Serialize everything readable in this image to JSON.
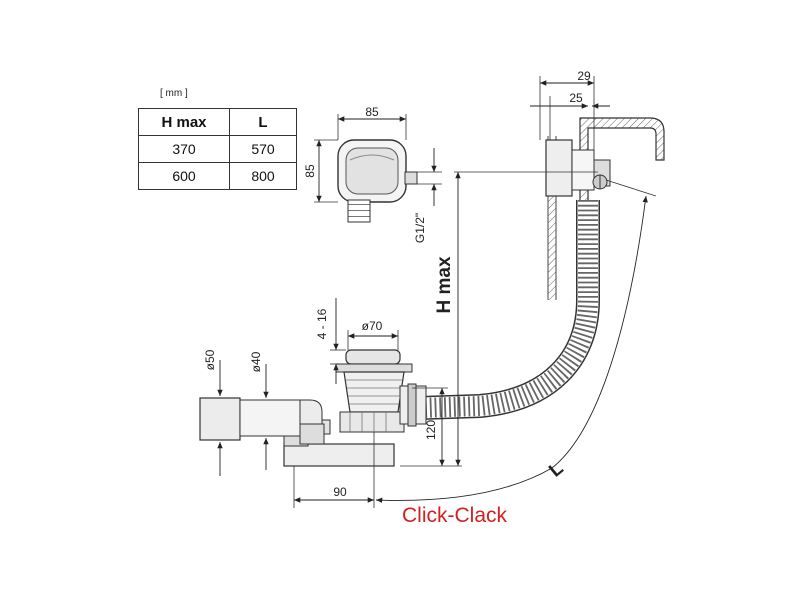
{
  "table": {
    "unit": "[ mm ]",
    "headers": [
      "H max",
      "L"
    ],
    "rows": [
      [
        "370",
        "570"
      ],
      [
        "600",
        "800"
      ]
    ]
  },
  "dimensions": {
    "overflow_width": "85",
    "overflow_height": "85",
    "thread": "G1/2\"",
    "offset_29": "29",
    "offset_25": "25",
    "h_max": "H max",
    "length": "L",
    "stroke": "4 - 16",
    "plug_diameter": "ø70",
    "waste_height": "120",
    "waste_offset": "90",
    "outlet_outer": "ø50",
    "outlet_inner": "ø40"
  },
  "brand": "Click-Clack"
}
